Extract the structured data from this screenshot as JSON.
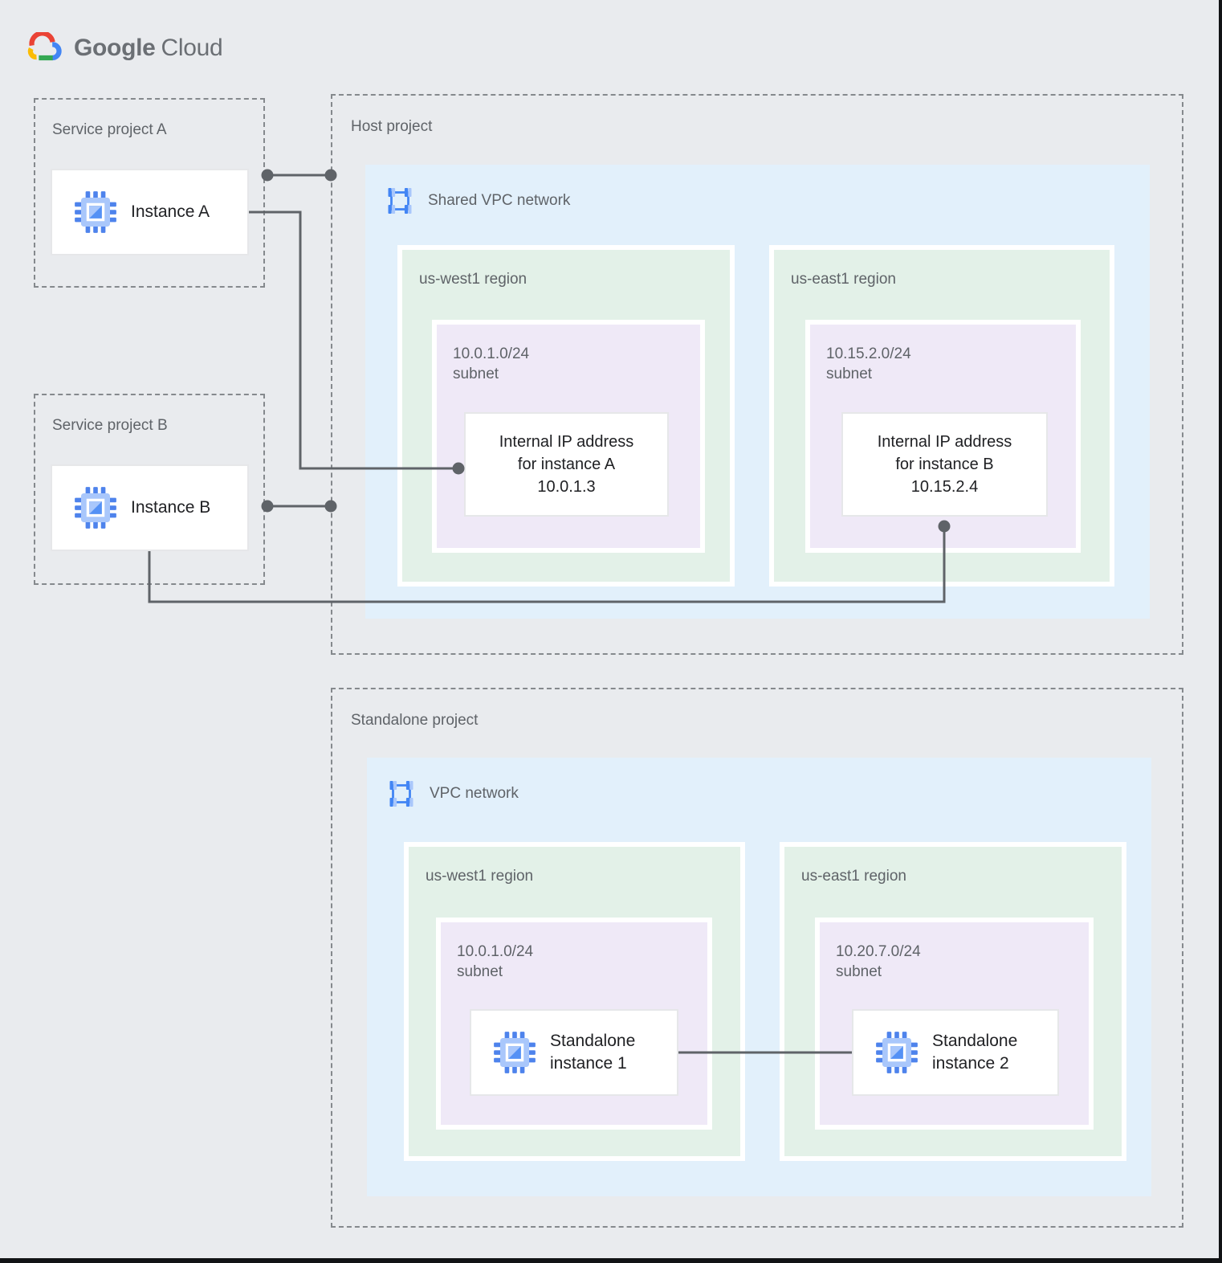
{
  "logo": {
    "google": "Google",
    "cloud": "Cloud"
  },
  "palette": {
    "background": "#E9EBEE",
    "network_blue": "#E2F0FB",
    "region_green": "#E3F1E8",
    "subnet_purple": "#EFE9F7",
    "accent_blue": "#4285F4",
    "accent_blue_light": "#A9C7FB",
    "label_gray": "#5F6368",
    "text_dark": "#202124",
    "connector_gray": "#5F6368",
    "logo_red": "#EA4335",
    "logo_yellow": "#FBBC05",
    "logo_green": "#34A853"
  },
  "service_project_a": {
    "title": "Service project A",
    "instance_label": "Instance A"
  },
  "service_project_b": {
    "title": "Service project B",
    "instance_label": "Instance B"
  },
  "host_project": {
    "title": "Host project",
    "network_label": "Shared VPC network",
    "regions": [
      {
        "name": "us-west1 region",
        "subnet_cidr": "10.0.1.0/24",
        "subnet_word": "subnet",
        "ip_card": {
          "line1": "Internal IP address",
          "line2": "for instance A",
          "line3": "10.0.1.3"
        }
      },
      {
        "name": "us-east1 region",
        "subnet_cidr": "10.15.2.0/24",
        "subnet_word": "subnet",
        "ip_card": {
          "line1": "Internal IP address",
          "line2": "for instance B",
          "line3": "10.15.2.4"
        }
      }
    ]
  },
  "standalone_project": {
    "title": "Standalone project",
    "network_label": "VPC network",
    "regions": [
      {
        "name": "us-west1 region",
        "subnet_cidr": "10.0.1.0/24",
        "subnet_word": "subnet",
        "instance": {
          "line1": "Standalone",
          "line2": "instance 1"
        }
      },
      {
        "name": "us-east1 region",
        "subnet_cidr": "10.20.7.0/24",
        "subnet_word": "subnet",
        "instance": {
          "line1": "Standalone",
          "line2": "instance 2"
        }
      }
    ]
  }
}
